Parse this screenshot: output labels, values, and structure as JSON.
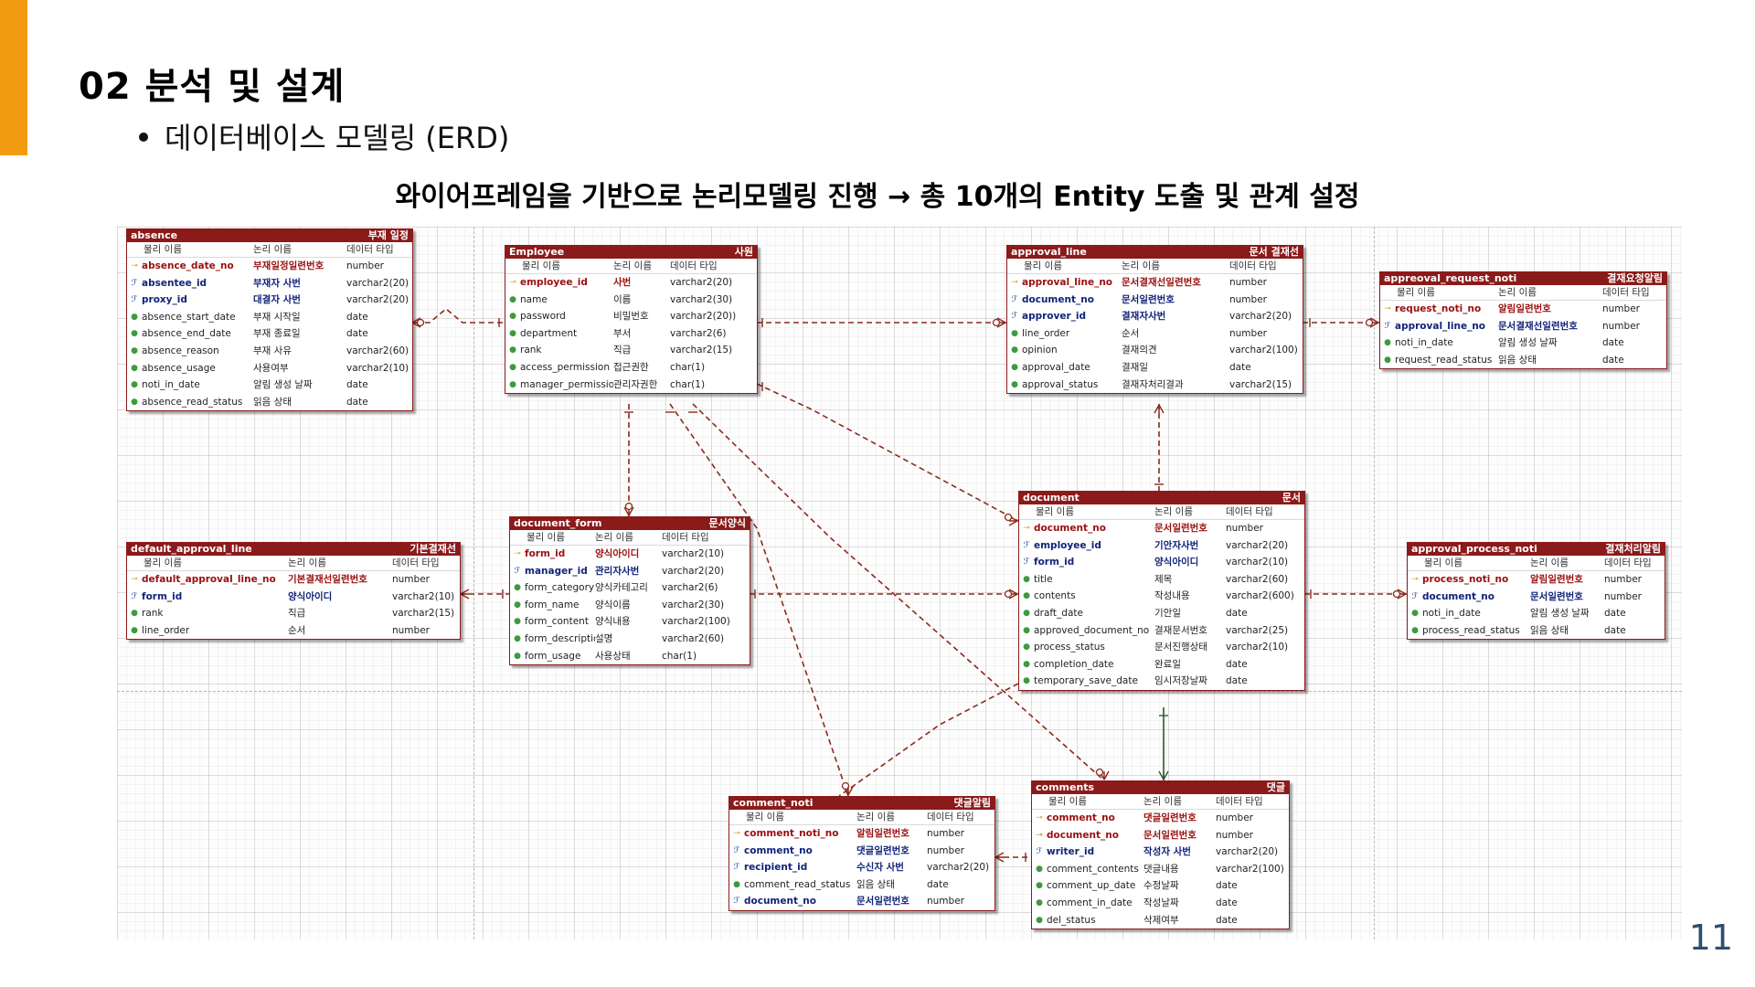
{
  "slide": {
    "title": "02 분석 및 설계",
    "bullet": "데이터베이스 모델링 (ERD)",
    "diagram_title": "와이어프레임을 기반으로 논리모델링 진행 → 총 10개의 Entity 도출 및 관계 설정",
    "page_number": "11"
  },
  "colors": {
    "accent": "#f39c12",
    "entity_header": "#8b1a1a",
    "relation_line": "#8b2a1a",
    "identifying_line": "#2f5a2f"
  },
  "column_headers": {
    "physical": "물리 이름",
    "logical": "논리 이름",
    "type": "데이터 타입"
  },
  "entities": [
    {
      "id": "absence",
      "name": "absence",
      "logical": "부재 일정",
      "rows": [
        {
          "phys": "absence_date_no",
          "log": "부재일정일련번호",
          "type": "number",
          "kind": "pk"
        },
        {
          "phys": "absentee_id",
          "log": "부재자 사번",
          "type": "varchar2(20)",
          "kind": "fk"
        },
        {
          "phys": "proxy_id",
          "log": "대결자 사번",
          "type": "varchar2(20)",
          "kind": "fk"
        },
        {
          "phys": "absence_start_date",
          "log": "부재 시작일",
          "type": "date",
          "kind": "attr"
        },
        {
          "phys": "absence_end_date",
          "log": "부재 종료일",
          "type": "date",
          "kind": "attr"
        },
        {
          "phys": "absence_reason",
          "log": "부재 사유",
          "type": "varchar2(60)",
          "kind": "attr"
        },
        {
          "phys": "absence_usage",
          "log": "사용여부",
          "type": "varchar2(10)",
          "kind": "attr"
        },
        {
          "phys": "noti_in_date",
          "log": "알림 생성 날짜",
          "type": "date",
          "kind": "attr"
        },
        {
          "phys": "absence_read_status",
          "log": "읽음 상태",
          "type": "date",
          "kind": "attr"
        }
      ]
    },
    {
      "id": "employee",
      "name": "Employee",
      "logical": "사원",
      "rows": [
        {
          "phys": "employee_id",
          "log": "사번",
          "type": "varchar2(20)",
          "kind": "pk"
        },
        {
          "phys": "name",
          "log": "이름",
          "type": "varchar2(30)",
          "kind": "attr"
        },
        {
          "phys": "password",
          "log": "비밀번호",
          "type": "varchar2(20))",
          "kind": "attr"
        },
        {
          "phys": "department",
          "log": "부서",
          "type": "varchar2(6)",
          "kind": "attr"
        },
        {
          "phys": "rank",
          "log": "직급",
          "type": "varchar2(15)",
          "kind": "attr"
        },
        {
          "phys": "access_permission",
          "log": "접근권한",
          "type": "char(1)",
          "kind": "attr"
        },
        {
          "phys": "manager_permission",
          "log": "관리자권한",
          "type": "char(1)",
          "kind": "attr"
        }
      ]
    },
    {
      "id": "approval_line",
      "name": "approval_line",
      "logical": "문서 결재선",
      "rows": [
        {
          "phys": "approval_line_no",
          "log": "문서결재선일련번호",
          "type": "number",
          "kind": "pk"
        },
        {
          "phys": "document_no",
          "log": "문서일련번호",
          "type": "number",
          "kind": "fk"
        },
        {
          "phys": "approver_id",
          "log": "결재자사번",
          "type": "varchar2(20)",
          "kind": "fk"
        },
        {
          "phys": "line_order",
          "log": "순서",
          "type": "number",
          "kind": "attr"
        },
        {
          "phys": "opinion",
          "log": "결재의견",
          "type": "varchar2(100)",
          "kind": "attr"
        },
        {
          "phys": "approval_date",
          "log": "결재일",
          "type": "date",
          "kind": "attr"
        },
        {
          "phys": "approval_status",
          "log": "결재자처리결과",
          "type": "varchar2(15)",
          "kind": "attr"
        }
      ]
    },
    {
      "id": "approval_request_noti",
      "name": "appreoval_request_noti",
      "logical": "결재요청알림",
      "rows": [
        {
          "phys": "request_noti_no",
          "log": "알림일련번호",
          "type": "number",
          "kind": "pk"
        },
        {
          "phys": "approval_line_no",
          "log": "문서결재선일련번호",
          "type": "number",
          "kind": "fk"
        },
        {
          "phys": "noti_in_date",
          "log": "알림 생성 날짜",
          "type": "date",
          "kind": "attr"
        },
        {
          "phys": "request_read_status",
          "log": "읽음 상태",
          "type": "date",
          "kind": "attr"
        }
      ]
    },
    {
      "id": "document_form",
      "name": "document_form",
      "logical": "문서양식",
      "rows": [
        {
          "phys": "form_id",
          "log": "양식아이디",
          "type": "varchar2(10)",
          "kind": "pk"
        },
        {
          "phys": "manager_id",
          "log": "관리자사번",
          "type": "varchar2(20)",
          "kind": "fk"
        },
        {
          "phys": "form_category",
          "log": "양식카테고리",
          "type": "varchar2(6)",
          "kind": "attr"
        },
        {
          "phys": "form_name",
          "log": "양식이름",
          "type": "varchar2(30)",
          "kind": "attr"
        },
        {
          "phys": "form_content",
          "log": "양식내용",
          "type": "varchar2(100)",
          "kind": "attr"
        },
        {
          "phys": "form_description",
          "log": "설명",
          "type": "varchar2(60)",
          "kind": "attr"
        },
        {
          "phys": "form_usage",
          "log": "사용상태",
          "type": "char(1)",
          "kind": "attr"
        }
      ]
    },
    {
      "id": "default_approval_line",
      "name": "default_approval_line",
      "logical": "기본결재선",
      "rows": [
        {
          "phys": "default_approval_line_no",
          "log": "기본결재선일련번호",
          "type": "number",
          "kind": "pk"
        },
        {
          "phys": "form_id",
          "log": "양식아이디",
          "type": "varchar2(10)",
          "kind": "fk"
        },
        {
          "phys": "rank",
          "log": "직급",
          "type": "varchar2(15)",
          "kind": "attr"
        },
        {
          "phys": "line_order",
          "log": "순서",
          "type": "number",
          "kind": "attr"
        }
      ]
    },
    {
      "id": "document",
      "name": "document",
      "logical": "문서",
      "rows": [
        {
          "phys": "document_no",
          "log": "문서일련번호",
          "type": "number",
          "kind": "pk"
        },
        {
          "phys": "employee_id",
          "log": "기안자사번",
          "type": "varchar2(20)",
          "kind": "fk"
        },
        {
          "phys": "form_id",
          "log": "양식아이디",
          "type": "varchar2(10)",
          "kind": "fk"
        },
        {
          "phys": "title",
          "log": "제목",
          "type": "varchar2(60)",
          "kind": "attr"
        },
        {
          "phys": "contents",
          "log": "작성내용",
          "type": "varchar2(600)",
          "kind": "attr"
        },
        {
          "phys": "draft_date",
          "log": "기안일",
          "type": "date",
          "kind": "attr"
        },
        {
          "phys": "approved_document_no",
          "log": "결재문서번호",
          "type": "varchar2(25)",
          "kind": "attr"
        },
        {
          "phys": "process_status",
          "log": "문서진행상태",
          "type": "varchar2(10)",
          "kind": "attr"
        },
        {
          "phys": "completion_date",
          "log": "완료일",
          "type": "date",
          "kind": "attr"
        },
        {
          "phys": "temporary_save_date",
          "log": "임시저장날짜",
          "type": "date",
          "kind": "attr"
        }
      ]
    },
    {
      "id": "approval_process_noti",
      "name": "approval_process_noti",
      "logical": "결재처리알림",
      "rows": [
        {
          "phys": "process_noti_no",
          "log": "알림일련번호",
          "type": "number",
          "kind": "pk"
        },
        {
          "phys": "document_no",
          "log": "문서일련번호",
          "type": "number",
          "kind": "fk"
        },
        {
          "phys": "noti_in_date",
          "log": "알림 생성 날짜",
          "type": "date",
          "kind": "attr"
        },
        {
          "phys": "process_read_status",
          "log": "읽음 상태",
          "type": "date",
          "kind": "attr"
        }
      ]
    },
    {
      "id": "comment_noti",
      "name": "comment_noti",
      "logical": "댓글알림",
      "rows": [
        {
          "phys": "comment_noti_no",
          "log": "알림일련번호",
          "type": "number",
          "kind": "pk"
        },
        {
          "phys": "comment_no",
          "log": "댓글일련번호",
          "type": "number",
          "kind": "fk"
        },
        {
          "phys": "recipient_id",
          "log": "수신자 사번",
          "type": "varchar2(20)",
          "kind": "fk"
        },
        {
          "phys": "comment_read_status",
          "log": "읽음 상태",
          "type": "date",
          "kind": "attr"
        },
        {
          "phys": "document_no",
          "log": "문서일련번호",
          "type": "number",
          "kind": "fk"
        }
      ]
    },
    {
      "id": "comments",
      "name": "comments",
      "logical": "댓글",
      "rows": [
        {
          "phys": "comment_no",
          "log": "댓글일련번호",
          "type": "number",
          "kind": "pk"
        },
        {
          "phys": "document_no",
          "log": "문서일련번호",
          "type": "number",
          "kind": "pkfk"
        },
        {
          "phys": "writer_id",
          "log": "작성자 사번",
          "type": "varchar2(20)",
          "kind": "fk"
        },
        {
          "phys": "comment_contents",
          "log": "댓글내용",
          "type": "varchar2(100)",
          "kind": "attr"
        },
        {
          "phys": "comment_up_date",
          "log": "수정날짜",
          "type": "date",
          "kind": "attr"
        },
        {
          "phys": "comment_in_date",
          "log": "작성날짜",
          "type": "date",
          "kind": "attr"
        },
        {
          "phys": "del_status",
          "log": "삭제여부",
          "type": "date",
          "kind": "attr"
        }
      ]
    }
  ]
}
